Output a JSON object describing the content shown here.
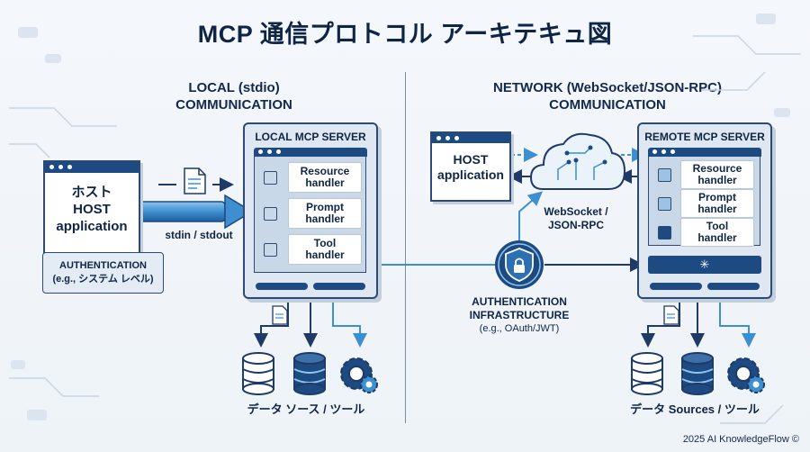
{
  "title": "MCP 通信プロトコル アーキテキュ図",
  "local": {
    "heading_line1": "LOCAL (stdio)",
    "heading_line2": "COMMUNICATION",
    "host_jp": "ホスト",
    "host_line1": "HOST",
    "host_line2": "application",
    "auth_line1": "AUTHENTICATION",
    "auth_line2": "(e.g., システム レベル)",
    "pipe_label": "stdin / stdout",
    "server_title": "LOCAL MCP SERVER",
    "handlers": [
      {
        "line1": "Resource",
        "line2": "handler",
        "style": "light"
      },
      {
        "line1": "Prompt",
        "line2": "handler",
        "style": "light"
      },
      {
        "line1": "Tool",
        "line2": "handler",
        "style": "dark"
      }
    ],
    "data_label": "データ ソース / ツール"
  },
  "network": {
    "heading_line1": "NETWORK (WebSocket/JSON-RPC)",
    "heading_line2": "COMMUNICATION",
    "host_line1": "HOST",
    "host_line2": "application",
    "cloud_label_line1": "WebSocket /",
    "cloud_label_line2": "JSON-RPC",
    "server_title": "REMOTE MCP SERVER",
    "handlers": [
      {
        "line1": "Resource",
        "line2": "handler",
        "style": "light"
      },
      {
        "line1": "Prompt",
        "line2": "handler",
        "style": "light"
      },
      {
        "line1": "Tool",
        "line2": "handler",
        "style": "dark"
      }
    ],
    "auth_infra_line1": "AUTHENTICATION",
    "auth_infra_line2": "INFRASTRUCTURE",
    "auth_infra_line3": "(e.g., OAuth/JWT)",
    "data_label": "データ Sources / ツール"
  },
  "footer": "2025 AI KnowledgeFlow ©",
  "colors": {
    "navy": "#0f2544",
    "primary": "#1e4a82",
    "accent": "#3d8fd0",
    "panel": "#dfe8f2"
  }
}
